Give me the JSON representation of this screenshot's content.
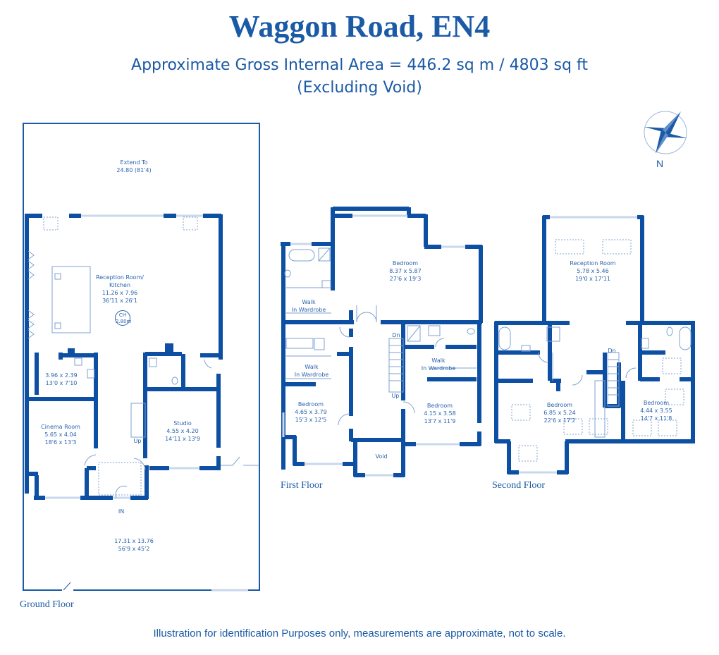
{
  "header": {
    "title": "Waggon Road, EN4",
    "area": "Approximate Gross Internal Area = 446.2 sq m / 4803 sq ft",
    "area_note": "(Excluding Void)"
  },
  "compass": {
    "label": "N",
    "icon": "compass-rose-icon"
  },
  "floors": {
    "ground": {
      "label": "Ground Floor",
      "rooms": {
        "garden_rear": {
          "name": "Extend To",
          "metric": "24.80 (81'4)"
        },
        "reception": {
          "name": "Reception Room/",
          "name2": "Kitchen",
          "metric": "11.26 x 7.96",
          "imperial": "36'11 x 26'1"
        },
        "ceiling_height": {
          "label": "CH",
          "value": "2.80m"
        },
        "utility": {
          "metric": "3.96 x 2.39",
          "imperial": "13'0 x 7'10"
        },
        "cinema": {
          "name": "Cinema Room",
          "metric": "5.65 x 4.04",
          "imperial": "18'6 x 13'3"
        },
        "studio": {
          "name": "Studio",
          "metric": "4.55 x 4.20",
          "imperial": "14'11 x 13'9"
        },
        "stairs": {
          "label": "Up"
        },
        "entrance": {
          "label": "IN"
        },
        "garden_front": {
          "metric": "17.31 x 13.76",
          "imperial": "56'9 x 45'2"
        }
      }
    },
    "first": {
      "label": "First Floor",
      "rooms": {
        "main_bedroom": {
          "name": "Bedroom",
          "metric": "8.37 x 5.87",
          "imperial": "27'6 x 19'3"
        },
        "wardrobe_1": {
          "name": "Walk",
          "name2": "In Wardrobe"
        },
        "wardrobe_2": {
          "name": "Walk",
          "name2": "In Wardrobe"
        },
        "wardrobe_3": {
          "name": "Walk",
          "name2": "In Wardrobe"
        },
        "bedroom_left": {
          "name": "Bedroom",
          "metric": "4.65 x 3.79",
          "imperial": "15'3 x 12'5"
        },
        "bedroom_right": {
          "name": "Bedroom",
          "metric": "4.15 x 3.58",
          "imperial": "13'7 x 11'9"
        },
        "void": {
          "name": "Void"
        },
        "stairs_dn": {
          "label": "Dn"
        },
        "stairs_up": {
          "label": "Up"
        }
      }
    },
    "second": {
      "label": "Second Floor",
      "rooms": {
        "reception": {
          "name": "Reception Room",
          "metric": "5.78 x 5.46",
          "imperial": "19'0 x 17'11"
        },
        "bedroom_left": {
          "name": "Bedroom",
          "metric": "6.85 x 5.24",
          "imperial": "22'6 x 17'2"
        },
        "bedroom_right": {
          "name": "Bedroom",
          "metric": "4.44 x 3.55",
          "imperial": "14'7 x 11'8"
        },
        "stairs_dn": {
          "label": "Dn"
        }
      }
    }
  },
  "footer": {
    "disclaimer": "Illustration for identification Purposes only, measurements are approximate, not to scale."
  },
  "colors": {
    "wall": "#0d4fa3",
    "text": "#1b5aa6",
    "thin_line": "#2a63ad",
    "window": "#c9d8ec"
  }
}
